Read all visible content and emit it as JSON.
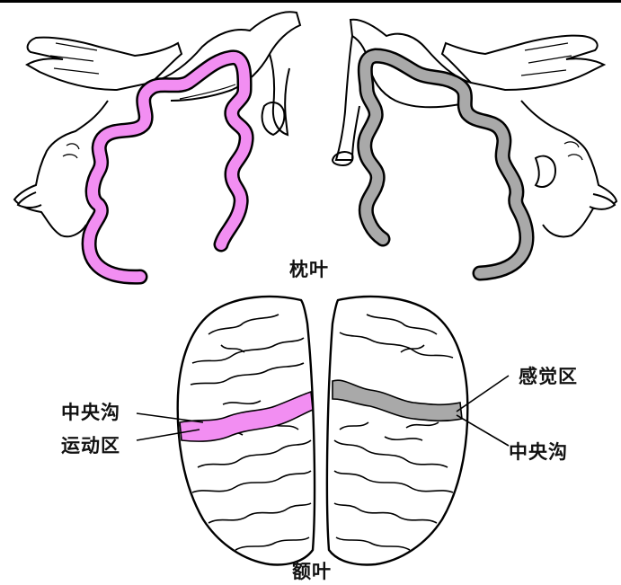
{
  "labels": {
    "occipital": "枕叶",
    "frontal": "额叶",
    "central_sulcus_left": "中央沟",
    "motor_area": "运动区",
    "sensory_area": "感觉区",
    "central_sulcus_right": "中央沟"
  },
  "colors": {
    "motor": "#f28ef2",
    "sensory": "#a9a9a9",
    "line": "#000000"
  }
}
